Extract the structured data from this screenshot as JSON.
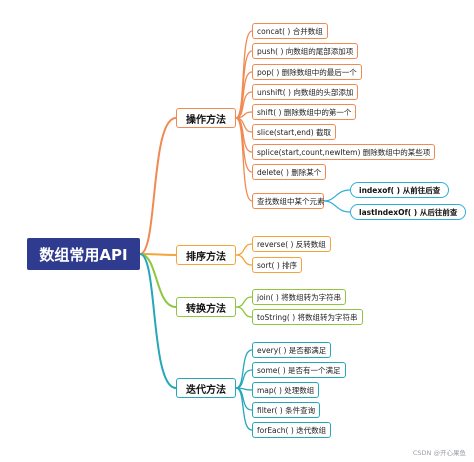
{
  "root": "数组常用API",
  "categories": [
    {
      "label": "操作方法",
      "color": "#f08a52",
      "items": [
        "concat( ) 合并数组",
        "push( ) 向数组的尾部添加项",
        "pop( ) 删除数组中的最后一个",
        "unshift( ) 向数组的头部添加",
        "shift( ) 删除数组中的第一个",
        "slice(start,end) 截取",
        "splice(start,count,newItem) 删除数组中的某些项",
        "delete( ) 删除某个",
        "查找数组中某个元素"
      ],
      "sub_items": [
        "indexof( ) 从前往后查",
        "lastIndexOf( ) 从后往前查"
      ],
      "sub_color": "#2bb0d6"
    },
    {
      "label": "排序方法",
      "color": "#f3a53a",
      "items": [
        "reverse( ) 反转数组",
        "sort( ) 排序"
      ]
    },
    {
      "label": "转换方法",
      "color": "#8ec63f",
      "items": [
        "join( ) 将数组转为字符串",
        "toString( ) 将数组转为字符串"
      ]
    },
    {
      "label": "迭代方法",
      "color": "#25a7b8",
      "items": [
        "every( ) 是否都满足",
        "some( ) 是否有一个满足",
        "map( ) 处理数组",
        "filter( ) 条件查询",
        "forEach( ) 迭代数组"
      ]
    }
  ],
  "watermark": "CSDN @开心果鱼"
}
